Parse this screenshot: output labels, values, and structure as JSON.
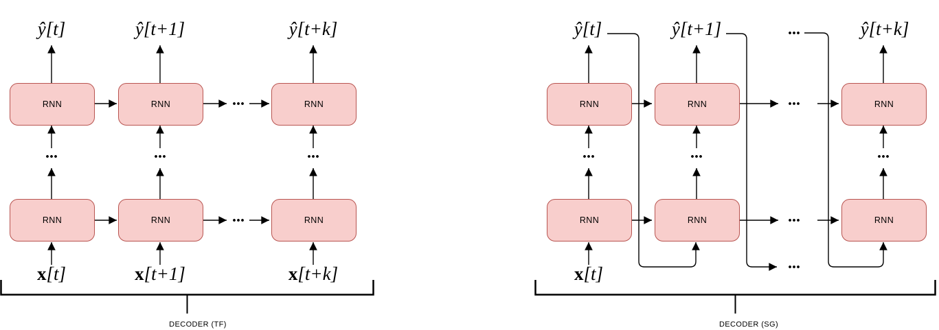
{
  "figure": {
    "left": {
      "caption": "DECODER (TF)",
      "box_label": "RNN",
      "outputs": [
        "ŷ[t]",
        "ŷ[t+1]",
        "ŷ[t+k]"
      ],
      "inputs": [
        {
          "bold": "x",
          "rest": "[t]"
        },
        {
          "bold": "x",
          "rest": "[t+1]"
        },
        {
          "bold": "x",
          "rest": "[t+k]"
        }
      ],
      "ellipsis": "..."
    },
    "right": {
      "caption": "DECODER (SG)",
      "box_label": "RNN",
      "outputs": [
        "ŷ[t]",
        "ŷ[t+1]",
        "ŷ[t+k]"
      ],
      "inputs": [
        {
          "bold": "x",
          "rest": "[t]"
        }
      ],
      "ellipsis": "..."
    },
    "colors": {
      "box_fill": "#F8CECC",
      "box_stroke": "#B85450",
      "line": "#000000"
    }
  }
}
